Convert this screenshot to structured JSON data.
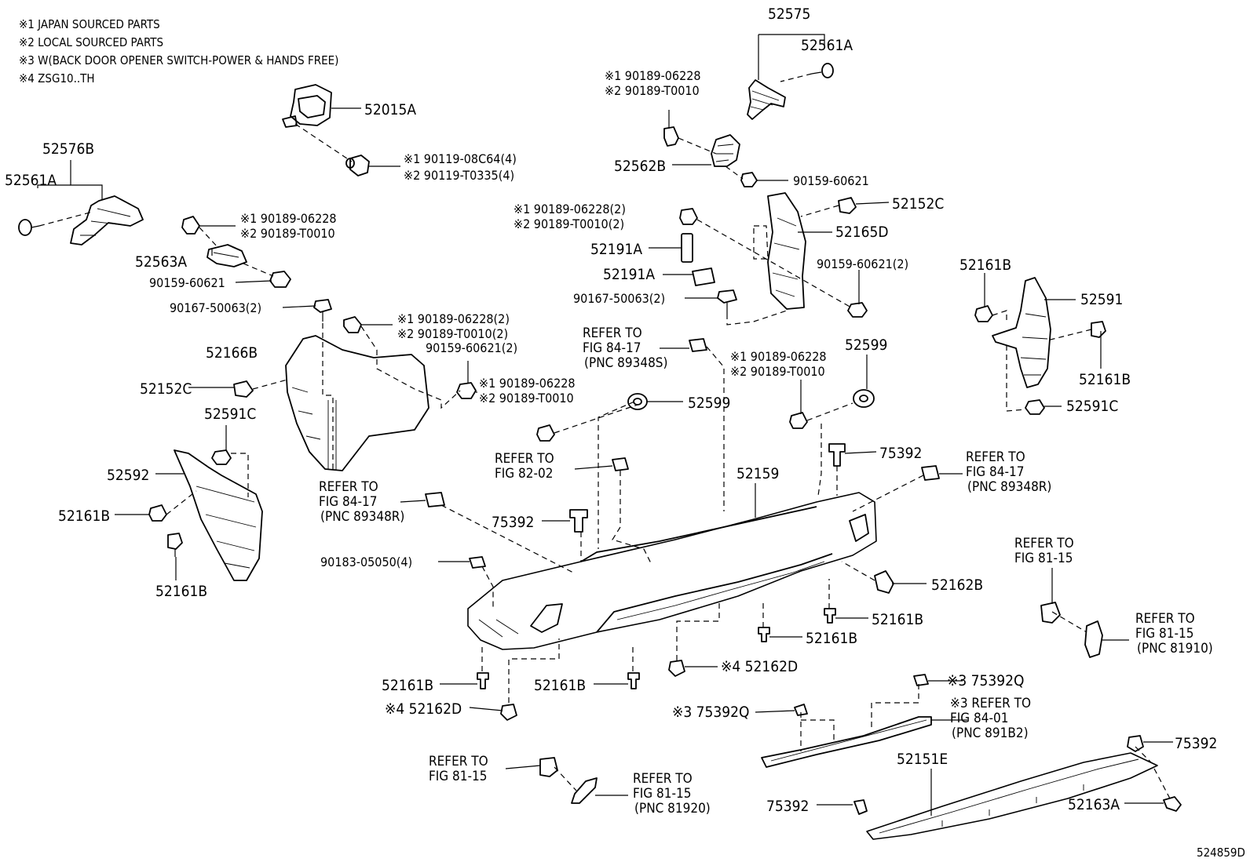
{
  "notes": [
    "※1 JAPAN SOURCED PARTS",
    "※2 LOCAL SOURCED PARTS",
    "※3 W(BACK DOOR OPENER SWITCH-POWER & HANDS FREE)",
    "※4 ZSG10..TH"
  ],
  "labels": {
    "p52575": "52575",
    "p52561A_top": "52561A",
    "p90189_06228_a": "※1 90189-06228",
    "p90189_T0010_a": "※2 90189-T0010",
    "p52015A": "52015A",
    "p52576B": "52576B",
    "p52561A_left": "52561A",
    "p90119_08C64": "※1 90119-08C64(4)",
    "p90119_T0335": "※2 90119-T0335(4)",
    "p52562B": "52562B",
    "p90159_60621_a": "90159-60621",
    "p90189_06228_b": "※1 90189-06228",
    "p90189_T0010_b": "※2 90189-T0010",
    "p52563A": "52563A",
    "p90159_60621_b": "90159-60621",
    "p90189_06228_2": "※1 90189-06228(2)",
    "p90189_T0010_2": "※2 90189-T0010(2)",
    "p52152C_top": "52152C",
    "p52165D": "52165D",
    "p52191A_a": "52191A",
    "p52191A_b": "52191A",
    "p90159_60621_2": "90159-60621(2)",
    "p90167_50063_r": "90167-50063(2)",
    "p52161B_r1": "52161B",
    "p52591": "52591",
    "p52161B_r2": "52161B",
    "p52591C_r": "52591C",
    "p90167_50063_l": "90167-50063(2)",
    "p90189_06228_2b": "※1 90189-06228(2)",
    "p90189_T0010_2b": "※2 90189-T0010(2)",
    "p90159_60621_2b": "90159-60621(2)",
    "p52166B": "52166B",
    "p90189_06228_c": "※1 90189-06228",
    "p90189_T0010_c": "※2 90189-T0010",
    "p52152C_left": "52152C",
    "p52591C_l": "52591C",
    "p52592": "52592",
    "p52161B_l1": "52161B",
    "p52161B_l2": "52161B",
    "p52599_a": "52599",
    "p90189_06228_d": "※1 90189-06228",
    "p90189_T0010_d": "※2 90189-T0010",
    "p52599_b": "52599",
    "p75392_a": "75392",
    "p52159": "52159",
    "p75392_b": "75392",
    "p90183_05050": "90183-05050(4)",
    "p52162B": "52162B",
    "p52161B_m1": "52161B",
    "p52161B_m2": "52161B",
    "p52162D_a": "※4 52162D",
    "p52161B_b1": "52161B",
    "p52162D_b": "※4 52162D",
    "p52161B_b2": "52161B",
    "p75392Q_a": "※3 75392Q",
    "p75392Q_b": "※3 75392Q",
    "p75392_c": "75392",
    "p52151E": "52151E",
    "p75392_d": "75392",
    "p52163A": "52163A",
    "diagram_code": "524859D"
  },
  "refs": [
    [
      "REFER TO",
      "FIG 84-17",
      "(PNC 89348S)"
    ],
    [
      "REFER TO",
      "FIG 82-02"
    ],
    [
      "REFER TO",
      "FIG 84-17",
      "(PNC 89348R)"
    ],
    [
      "REFER TO",
      "FIG 84-17",
      "(PNC 89348R)"
    ],
    [
      "REFER TO",
      "FIG 81-15"
    ],
    [
      "REFER TO",
      "FIG 81-15",
      "(PNC 81910)"
    ],
    [
      "※3 REFER TO",
      "FIG 84-01",
      "(PNC 891B2)"
    ],
    [
      "REFER TO",
      "FIG 81-15"
    ],
    [
      "REFER TO",
      "FIG 81-15",
      "(PNC 81920)"
    ]
  ]
}
